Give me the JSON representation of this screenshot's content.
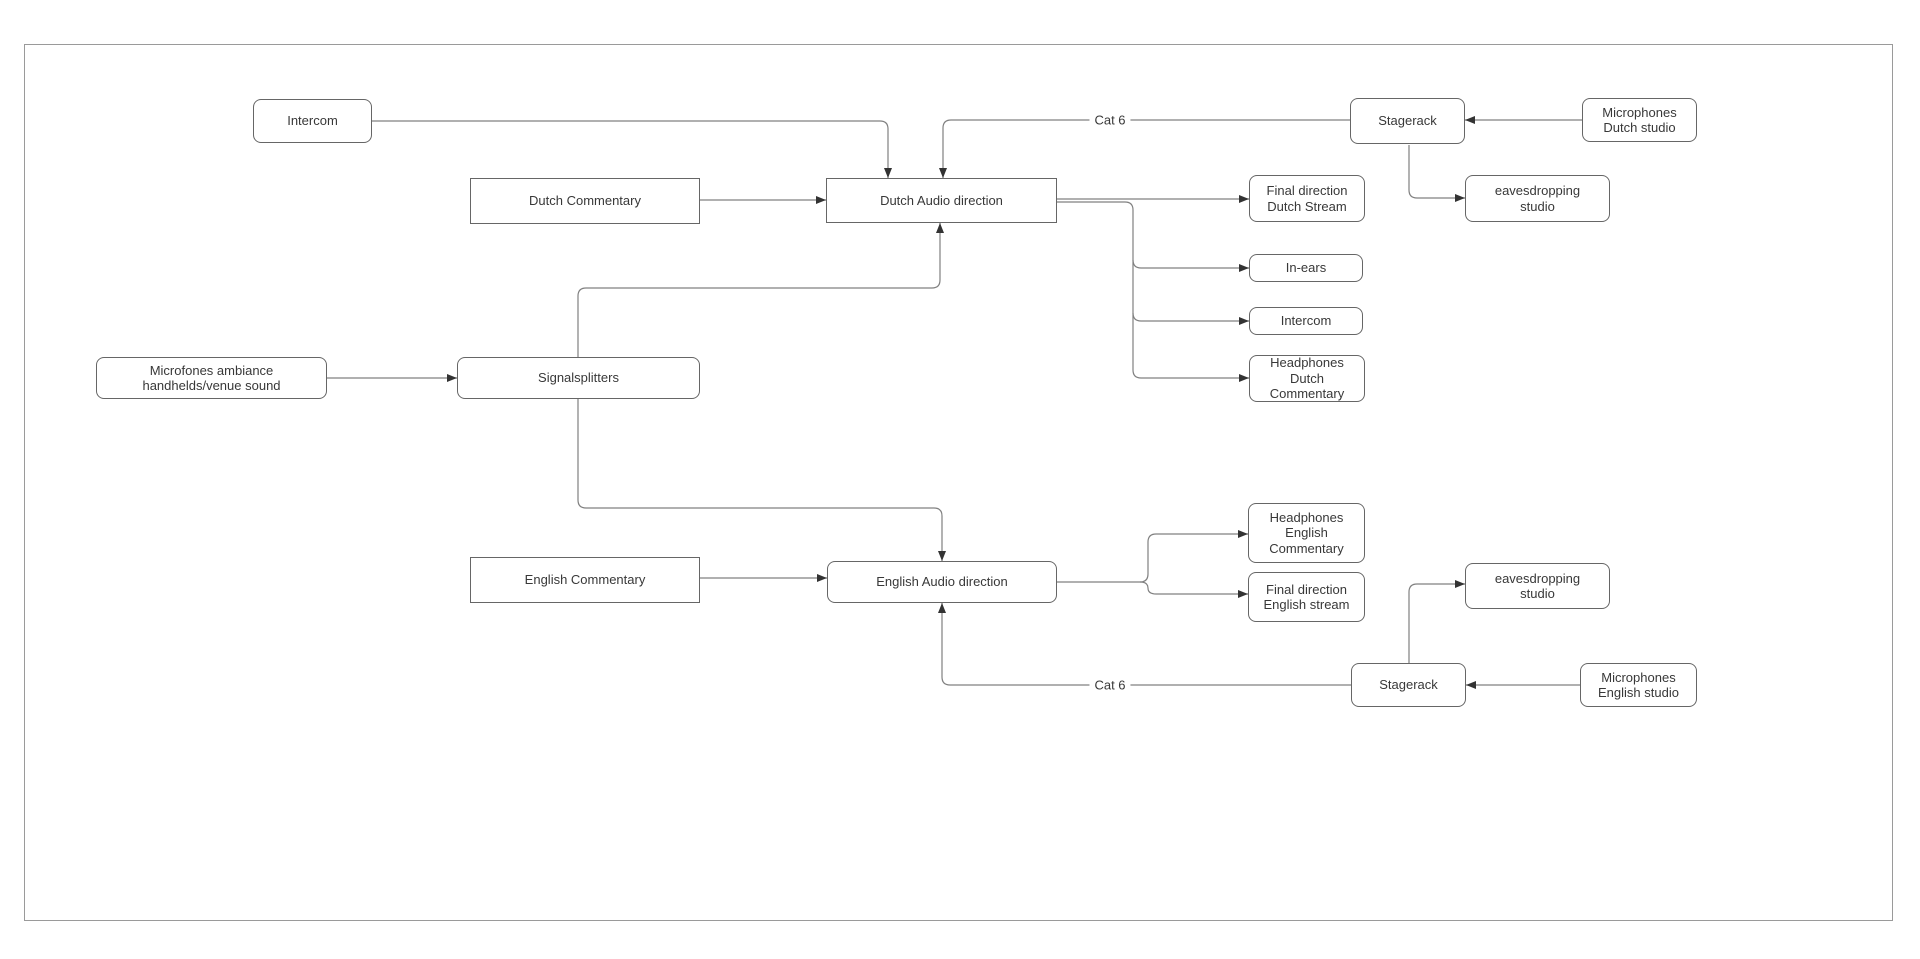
{
  "diagram": {
    "nodes": {
      "intercom_source": {
        "label": "Intercom"
      },
      "dutch_commentary": {
        "label": "Dutch Commentary"
      },
      "dutch_audio_direction": {
        "label": "Dutch Audio direction"
      },
      "stagerack_top": {
        "label": "Stagerack"
      },
      "microphones_dutch": {
        "label": "Microphones\nDutch studio"
      },
      "eavesdropping_top": {
        "label": "eavesdropping\nstudio"
      },
      "final_direction_dutch": {
        "label": "Final direction\nDutch Stream"
      },
      "in_ears": {
        "label": "In-ears"
      },
      "intercom_out": {
        "label": "Intercom"
      },
      "headphones_dutch": {
        "label": "Headphones\nDutch\nCommentary"
      },
      "microfones_ambiance": {
        "label": "Microfones ambiance\nhandhelds/venue sound"
      },
      "signalsplitters": {
        "label": "Signalsplitters"
      },
      "english_commentary": {
        "label": "English Commentary"
      },
      "english_audio_direction": {
        "label": "English Audio direction"
      },
      "headphones_english": {
        "label": "Headphones\nEnglish\nCommentary"
      },
      "final_direction_english": {
        "label": "Final direction\nEnglish stream"
      },
      "eavesdropping_bottom": {
        "label": "eavesdropping\nstudio"
      },
      "stagerack_bottom": {
        "label": "Stagerack"
      },
      "microphones_english": {
        "label": "Microphones\nEnglish studio"
      }
    },
    "edge_labels": {
      "cat6_top": "Cat 6",
      "cat6_bottom": "Cat 6"
    },
    "colors": {
      "background": "#ffffff",
      "box_border": "#666666",
      "connector_line": "#808080",
      "arrowhead": "#333333",
      "text": "#383838",
      "outer_border": "#9a9a9a"
    }
  }
}
